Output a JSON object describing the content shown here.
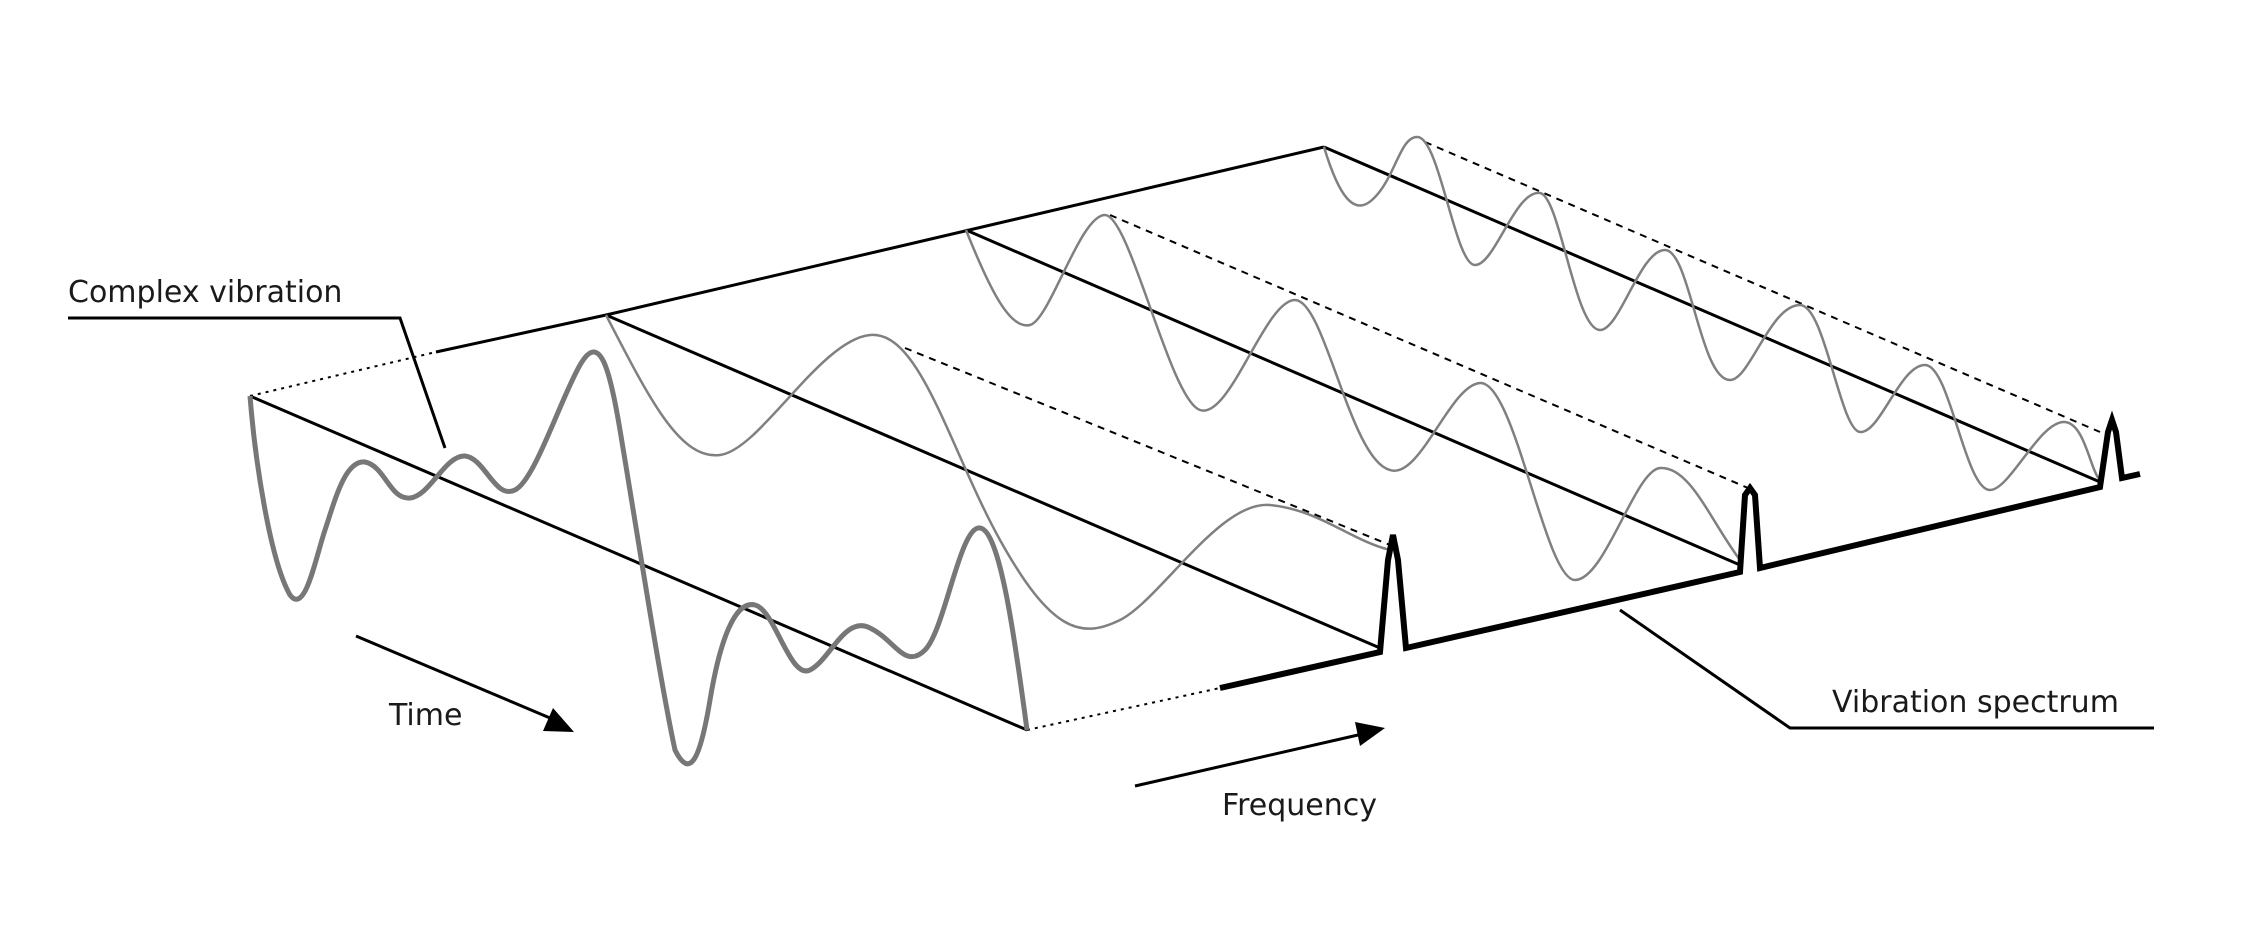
{
  "labels": {
    "complex_vibration": "Complex vibration",
    "time": "Time",
    "frequency": "Frequency",
    "vibration_spectrum": "Vibration spectrum"
  },
  "colors": {
    "axis": "#000000",
    "wave": "#808080",
    "complex_wave": "#777777",
    "spectrum": "#000000"
  },
  "icons": [
    "arrow-icon"
  ]
}
